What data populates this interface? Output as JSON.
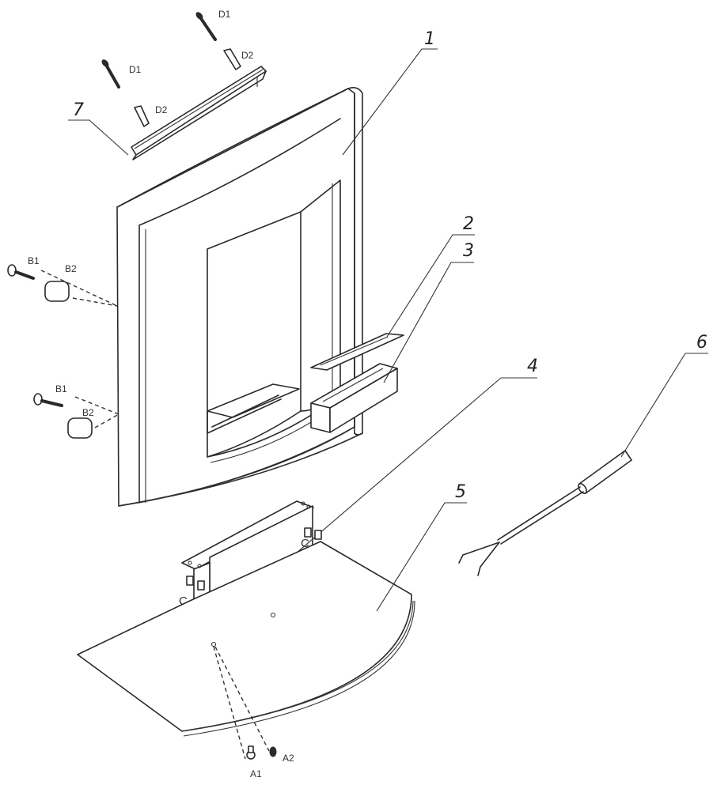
{
  "figure": {
    "type": "exploded assembly drawing",
    "callouts": [
      {
        "id": "1",
        "label": "1"
      },
      {
        "id": "2",
        "label": "2"
      },
      {
        "id": "3",
        "label": "3"
      },
      {
        "id": "4",
        "label": "4"
      },
      {
        "id": "5",
        "label": "5"
      },
      {
        "id": "6",
        "label": "6"
      },
      {
        "id": "7",
        "label": "7"
      }
    ],
    "fastener_labels": {
      "d1": "D1",
      "d2": "D2",
      "b1": "B1",
      "b2": "B2",
      "c": "C",
      "a1": "A1",
      "a2": "A2"
    }
  }
}
